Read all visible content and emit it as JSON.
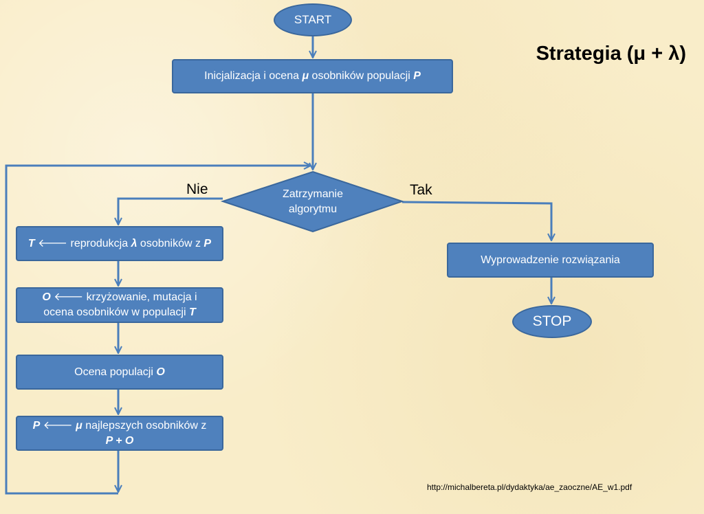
{
  "title": "Strategia (μ + λ)",
  "nodes": {
    "start": "START",
    "init": {
      "t1": "Inicjalizacja i ocena ",
      "mu": "μ",
      "t2": " osobników populacji ",
      "p": "P"
    },
    "decision": {
      "line1": "Zatrzymanie",
      "line2": "algorytmu"
    },
    "reproduction": {
      "t": "T",
      "arrow": "🡐",
      "text": " reprodukcja ",
      "lambda": "λ",
      "text2": " osobników z ",
      "p": "P"
    },
    "crossover": {
      "o": "O",
      "arrow": "🡐",
      "text": " krzyżowanie, mutacja i",
      "text2": "ocena osobników w populacji ",
      "t": "T"
    },
    "evaluate": {
      "text": "Ocena populacji ",
      "o": "O"
    },
    "select": {
      "p": "P",
      "arrow": "🡐",
      "mu": "μ",
      "text": " najlepszych osobników z",
      "line2": "P + O"
    },
    "output": "Wyprowadzenie rozwiązania",
    "stop": "STOP"
  },
  "edge_labels": {
    "no": "Nie",
    "yes": "Tak"
  },
  "source": "http://michalbereta.pl/dydaktyka/ae_zaoczne/AE_w1.pdf",
  "colors": {
    "shape_fill": "#4f81bd",
    "shape_border": "#3a679c",
    "connector": "#4a7ebb",
    "background": "#f9edc9"
  }
}
